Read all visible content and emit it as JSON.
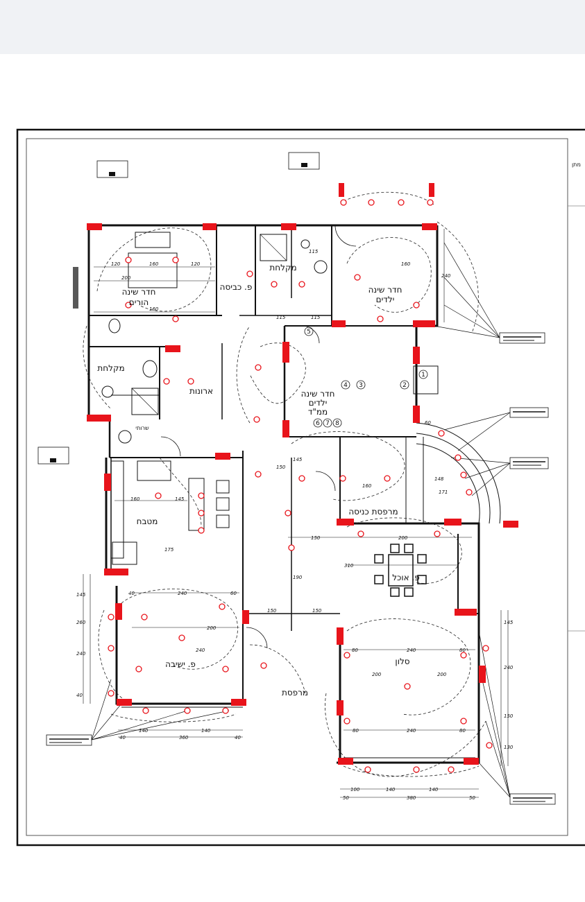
{
  "colors": {
    "wall": "#111111",
    "column": "#e8141b",
    "fixture": "#e8141b",
    "background": "#ffffff",
    "topbar": "#f0f2f5"
  },
  "title_block": {
    "label": "מתן"
  },
  "rooms": {
    "parents_bedroom": {
      "line1": "חדר שינה",
      "line2": "הורים"
    },
    "laundry": "פ. כביסה",
    "shower_top": "מקלחת",
    "kids_bedroom": {
      "line1": "חדר שינה",
      "line2": "ילדים"
    },
    "shower_left": "מקלחת",
    "closets": "ארונות",
    "wc": "שרותי",
    "mamad": {
      "line1": "חדר שינה",
      "line2": "ילדים",
      "line3": "ממ\"ד"
    },
    "kitchen": "מטבח",
    "entry_porch": "מרפסת כניסה",
    "dining": "פ. אוכל",
    "sitting": "פ. ישיבה",
    "salon": "סלון",
    "balcony": "מרפסת"
  },
  "mamad_numbers": {
    "n1": "1",
    "n2": "2",
    "n3": "3",
    "n4": "4",
    "n5": "5",
    "n6": "6",
    "n7": "7",
    "n8": "8"
  },
  "dimensions": {
    "d120a": "120",
    "d160a": "160",
    "d120b": "120",
    "d200": "200",
    "d160b": "160",
    "d115a": "115",
    "d115b": "115",
    "d115c": "115",
    "d160c": "160",
    "d240a": "240",
    "d145a": "145",
    "d160d": "160",
    "d145b": "145",
    "d175": "175",
    "d150a": "150",
    "d160e": "160",
    "d148": "148",
    "d171": "171",
    "d150b": "150",
    "d200b": "200",
    "d310": "310",
    "d150c": "150",
    "d150d": "150",
    "d240b": "240",
    "d40a": "40",
    "d60a": "60",
    "d240c": "240",
    "d200c": "200",
    "d140a": "140",
    "d140b": "140",
    "d360": "360",
    "d40b": "40",
    "d40c": "40",
    "d80a": "80",
    "d240d": "240",
    "d80b": "80",
    "d200d": "200",
    "d200e": "200",
    "d240e": "240",
    "d100": "100",
    "d140c": "140",
    "d140d": "140",
    "d380": "380",
    "d50a": "50",
    "d50b": "50",
    "d80c": "80",
    "d80d": "80",
    "d240f": "240",
    "d240g": "240",
    "d150e": "150",
    "d130": "130",
    "d145c": "145",
    "d40d": "40",
    "d60b": "60",
    "d145d": "145",
    "d190": "190",
    "d260": "260"
  }
}
